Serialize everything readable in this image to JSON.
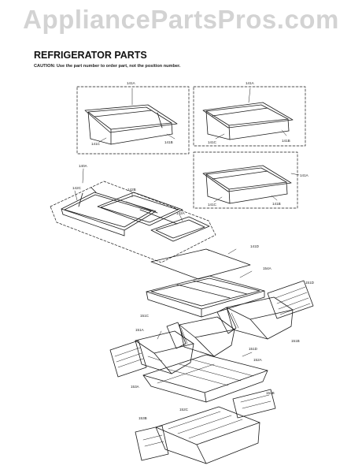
{
  "watermark": "AppliancePartsPros.com",
  "page": {
    "title": "REFRIGERATOR PARTS",
    "caution": "CAUTION: Use the part number to order part, not the position number."
  },
  "callouts": {
    "c141A_1": "141A",
    "c141C_1": "141C",
    "c141B_1": "141B",
    "c141A_2": "141A",
    "c141C_2": "141C",
    "c141B_2": "141B",
    "c141A_3": "141A",
    "c141C_3": "141C",
    "c141B_3": "141B",
    "c140A": "140A",
    "c142C": "142C",
    "c142B": "142B",
    "c142A": "142A",
    "c141D": "141D",
    "c154A": "154A",
    "c151D": "151D",
    "c151C": "151C",
    "c151A": "151A",
    "c151B": "151B",
    "c151D_2": "151D",
    "c152A": "152A",
    "c153A": "153A",
    "c152B": "152B",
    "c153B": "153B",
    "c152C": "152C"
  },
  "colors": {
    "line": "#1a1a1a",
    "watermark": "#d3d3d3"
  }
}
